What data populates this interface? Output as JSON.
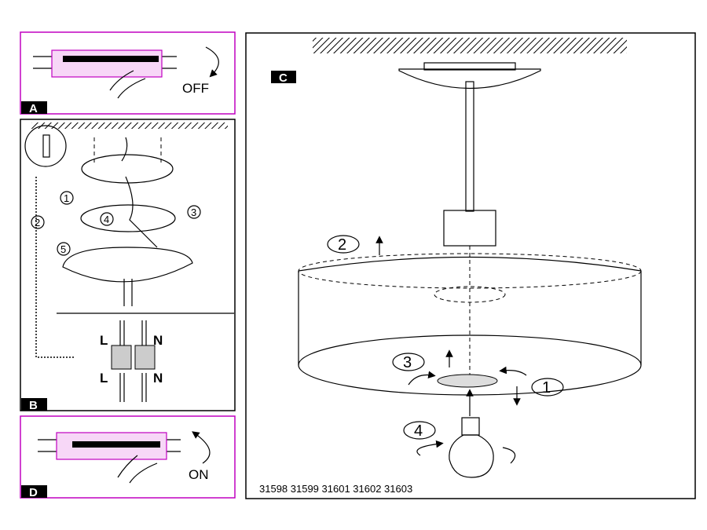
{
  "panels": {
    "a": {
      "label": "A",
      "switch_text": "OFF"
    },
    "b": {
      "label": "B",
      "steps": [
        "1",
        "2",
        "3",
        "4",
        "5"
      ],
      "terminal_top": [
        "L",
        "N"
      ],
      "terminal_bottom": [
        "L",
        "N"
      ]
    },
    "c": {
      "label": "C",
      "steps": [
        "1",
        "2",
        "3",
        "4"
      ]
    },
    "d": {
      "label": "D",
      "switch_text": "ON"
    }
  },
  "model_numbers": "31598 31599 31601 31602 31603",
  "colors": {
    "highlight": "#c000c0",
    "ink": "#000000"
  }
}
